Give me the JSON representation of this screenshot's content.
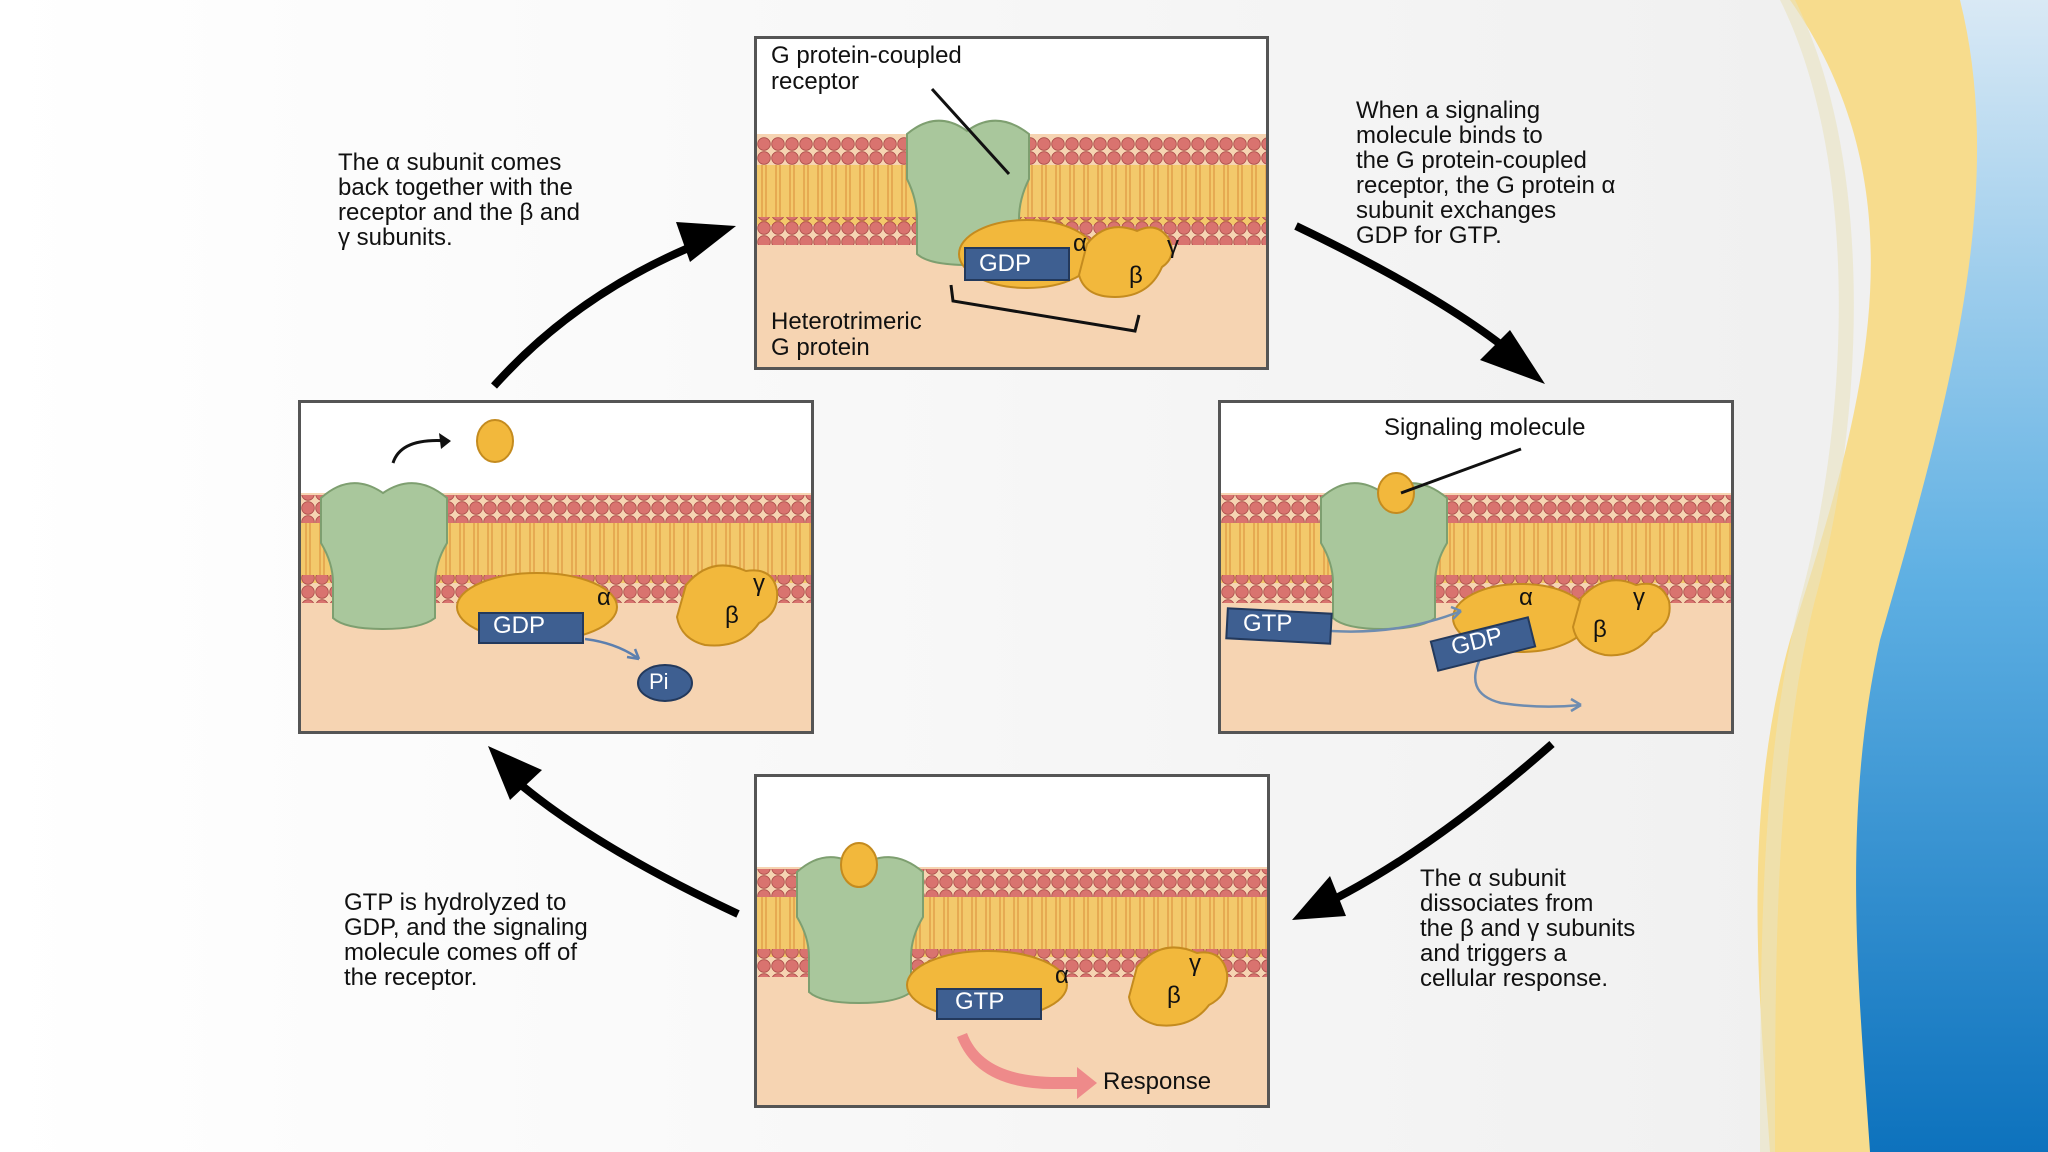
{
  "captions": {
    "top_left": "The α subunit comes\nback together with the\nreceptor and the β and\nγ subunits.",
    "top_right": "When a signaling\nmolecule binds to\nthe G protein-coupled\nreceptor, the G protein α\nsubunit exchanges\nGDP for GTP.",
    "bottom_right": "The α subunit\ndissociates from\nthe β and γ subunits\nand triggers a\ncellular response.",
    "bottom_left": "GTP is hydrolyzed to\nGDP, and the signaling\nmolecule comes off of\nthe receptor."
  },
  "panel_top": {
    "receptor_label": "G protein-coupled\nreceptor",
    "gprotein_label": "Heterotrimeric\nG protein",
    "nucleotide": "GDP",
    "alpha": "α",
    "beta": "β",
    "gamma": "γ"
  },
  "panel_right": {
    "signal_label": "Signaling molecule",
    "gtp": "GTP",
    "gdp": "GDP",
    "alpha": "α",
    "beta": "β",
    "gamma": "γ"
  },
  "panel_bottom": {
    "gtp": "GTP",
    "response_label": "Response",
    "alpha": "α",
    "beta": "β",
    "gamma": "γ"
  },
  "panel_left": {
    "gdp": "GDP",
    "pi": "Pi",
    "alpha": "α",
    "beta": "β",
    "gamma": "γ"
  },
  "colors": {
    "receptor": "#a9c79c",
    "gprotein": "#f2b83c",
    "nucleotide_box": "#3e5f91",
    "membrane_head": "#d9736f",
    "membrane_tail": "#f3c96b",
    "cytoplasm": "#f6d4b2",
    "response_arrow": "#ee8a8a",
    "accent_blue": "#1e88d0",
    "accent_yellow": "#f6d36a"
  }
}
